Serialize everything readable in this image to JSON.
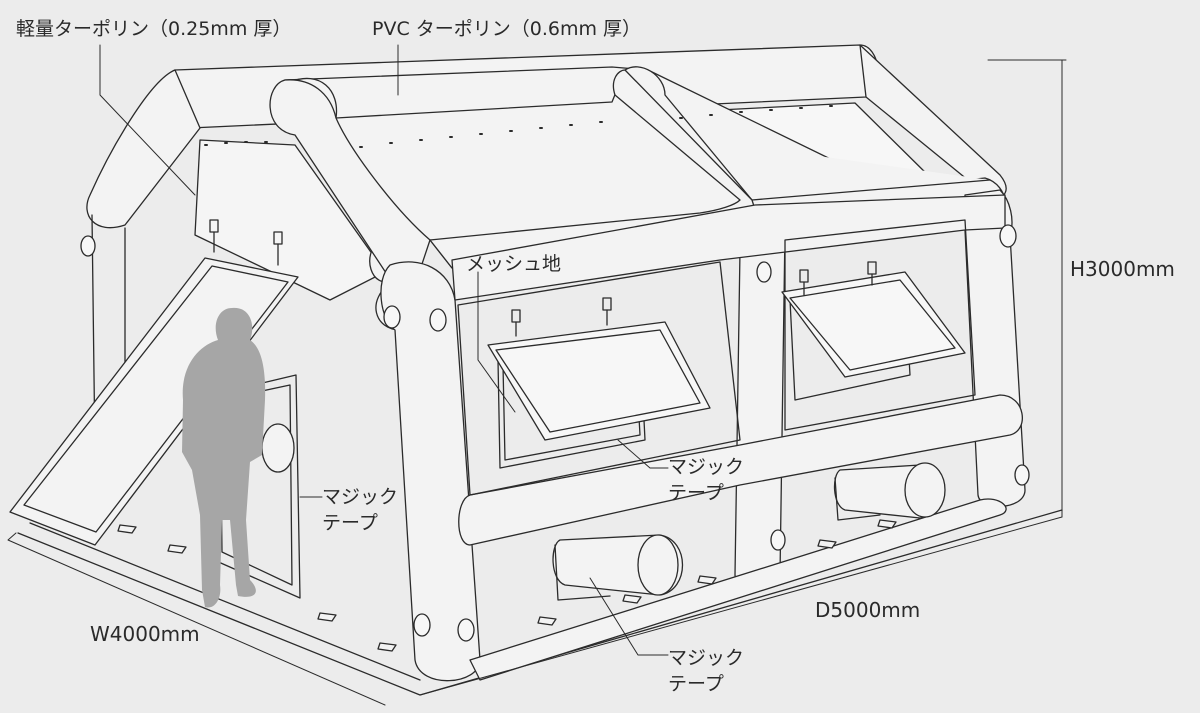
{
  "labels": {
    "light_tarp": "軽量ターポリン（0.25mm 厚）",
    "pvc_tarp": "PVC ターポリン（0.6mm 厚）",
    "mesh": "メッシュ地",
    "magic_tape_line1": "マジック",
    "magic_tape_line2": "テープ"
  },
  "dimensions": {
    "height": "H3000mm",
    "width": "W4000mm",
    "depth": "D5000mm"
  },
  "colors": {
    "background": "#ececec",
    "line": "#2b2b2b",
    "tube_fill": "#f3f3f3",
    "person": "#a6a6a6"
  }
}
